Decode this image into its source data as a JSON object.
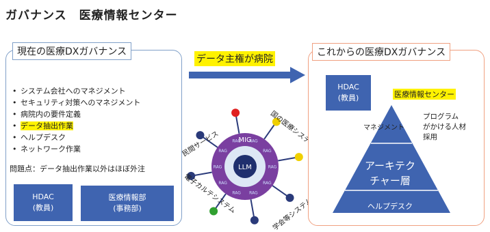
{
  "page_title": "ガバナンス　医療情報センター",
  "left": {
    "title": "現在の医療DXガバナンス",
    "bullets": [
      {
        "text": "システム会社へのマネジメント",
        "highlight": false
      },
      {
        "text": "セキュリティ対策へのマネジメント",
        "highlight": false
      },
      {
        "text": "病院内の要件定義",
        "highlight": false
      },
      {
        "text": "データ抽出作業",
        "highlight": true
      },
      {
        "text": "ヘルプデスク",
        "highlight": false
      },
      {
        "text": "ネットワーク作業",
        "highlight": false
      }
    ],
    "bullet_marker": "•",
    "issue": "問題点：データ抽出作業以外はほぼ外注",
    "hdac_line1": "HDAC",
    "hdac_line2": "(教員)",
    "medinfo_line1": "医療情報部",
    "medinfo_line2": "(事務部)"
  },
  "middle": {
    "arrow_label": "データ主権が病院",
    "center_label": "LLM",
    "ring_label": "MIG",
    "node_label": "RAG",
    "spoke_colors": [
      "#e02020",
      "#f0d000",
      "#f0d000",
      "#2a3a7a",
      "#2a3a7a",
      "#30a030",
      "#2a3a7a",
      "#2a3a7a"
    ],
    "ring_color": "#7a3fa0",
    "outer_labels": [
      "民間サービス",
      "国の医療システム",
      "電子カルテシステム",
      "学会等システム"
    ]
  },
  "right": {
    "title": "これからの医療DXガバナンス",
    "hdac_line1": "HDAC",
    "hdac_line2": "(教員)",
    "center_label": "医療情報センター",
    "management": "マネジメント",
    "program_lines": [
      "プログラム",
      "がかける人材",
      "採用"
    ],
    "architecture_lines": [
      "アーキテク",
      "チャー層"
    ],
    "helpdesk": "ヘルプデスク"
  },
  "colors": {
    "blue": "#3f64b0",
    "highlight": "#fff200",
    "left_border": "#7f9fc8",
    "right_border": "#f0a080"
  }
}
